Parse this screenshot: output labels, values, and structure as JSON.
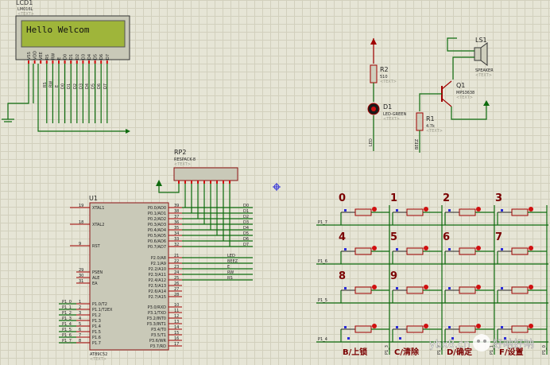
{
  "lcd": {
    "ref": "LCD1",
    "part": "LM016L",
    "text_tag": "<TEXT>",
    "display": "Hello Welcom",
    "pins": [
      "VSS",
      "VDD",
      "VEE",
      "RS",
      "RW",
      "E",
      "D0",
      "D1",
      "D2",
      "D3",
      "D4",
      "D5",
      "D6",
      "D7"
    ],
    "net_labels": [
      "RS",
      "RW",
      "E",
      "D0",
      "D1",
      "D2",
      "D3",
      "D4",
      "D5",
      "D6",
      "D7"
    ]
  },
  "rp2": {
    "ref": "RP2",
    "part": "RESPACK-8",
    "text_tag": "<TEXT>"
  },
  "u1": {
    "ref": "U1",
    "part": "AT89C52",
    "text_tag": "<TEXT>",
    "left_pins": [
      {
        "num": "19",
        "name": "XTAL1"
      },
      {
        "num": "18",
        "name": "XTAL2"
      },
      {
        "num": "9",
        "name": "RST"
      },
      {
        "num": "29",
        "name": "PSEN"
      },
      {
        "num": "30",
        "name": "ALE"
      },
      {
        "num": "31",
        "name": "EA"
      },
      {
        "num": "1",
        "name": "P1.0/T2"
      },
      {
        "num": "2",
        "name": "P1.1/T2EX"
      },
      {
        "num": "3",
        "name": "P1.2"
      },
      {
        "num": "4",
        "name": "P1.3"
      },
      {
        "num": "5",
        "name": "P1.4"
      },
      {
        "num": "6",
        "name": "P1.5"
      },
      {
        "num": "7",
        "name": "P1.6"
      },
      {
        "num": "8",
        "name": "P1.7"
      }
    ],
    "right_pins": [
      {
        "num": "39",
        "name": "P0.0/AD0"
      },
      {
        "num": "38",
        "name": "P0.1/AD1"
      },
      {
        "num": "37",
        "name": "P0.2/AD2"
      },
      {
        "num": "36",
        "name": "P0.3/AD3"
      },
      {
        "num": "35",
        "name": "P0.4/AD4"
      },
      {
        "num": "34",
        "name": "P0.5/AD5"
      },
      {
        "num": "33",
        "name": "P0.6/AD6"
      },
      {
        "num": "32",
        "name": "P0.7/AD7"
      },
      {
        "num": "21",
        "name": "P2.0/A8"
      },
      {
        "num": "22",
        "name": "P2.1/A9"
      },
      {
        "num": "23",
        "name": "P2.2/A10"
      },
      {
        "num": "24",
        "name": "P2.3/A11"
      },
      {
        "num": "25",
        "name": "P2.4/A12"
      },
      {
        "num": "26",
        "name": "P2.5/A13"
      },
      {
        "num": "27",
        "name": "P2.6/A14"
      },
      {
        "num": "28",
        "name": "P2.7/A15"
      },
      {
        "num": "10",
        "name": "P3.0/RXD"
      },
      {
        "num": "11",
        "name": "P3.1/TXD"
      },
      {
        "num": "12",
        "name": "P3.2/INT0"
      },
      {
        "num": "13",
        "name": "P3.3/INT1"
      },
      {
        "num": "14",
        "name": "P3.4/T0"
      },
      {
        "num": "15",
        "name": "P3.5/T1"
      },
      {
        "num": "16",
        "name": "P3.6/WR"
      },
      {
        "num": "17",
        "name": "P3.7/RD"
      }
    ],
    "p0_nets": [
      "D0",
      "D1",
      "D2",
      "D3",
      "D4",
      "D5",
      "D6",
      "D7"
    ],
    "p2_nets": [
      "LED",
      "BEEZ",
      "E",
      "RW",
      "RS"
    ],
    "p1_nets": [
      "P1_0",
      "P1_1",
      "P1_2",
      "P1_3",
      "P1_4",
      "P1_5",
      "P1_6",
      "P1_7"
    ]
  },
  "r2": {
    "ref": "R2",
    "value": "510",
    "text_tag": "<TEXT>"
  },
  "d1": {
    "ref": "D1",
    "part": "LED-GREEN",
    "text_tag": "<TEXT>",
    "net": "LED"
  },
  "r1": {
    "ref": "R1",
    "value": "4.7k",
    "text_tag": "<TEXT>",
    "net": "BEEZ"
  },
  "q1": {
    "ref": "Q1",
    "part": "MPS3638",
    "text_tag": "<TEXT>"
  },
  "ls1": {
    "ref": "LS1",
    "part": "SPEAKER",
    "text_tag": "<TEXT>"
  },
  "keypad": {
    "row_nets": [
      "P1_7",
      "P1_6",
      "P1_5",
      "P1_4"
    ],
    "col_nets": [
      "P1_3",
      "P1_2",
      "P1_1",
      "P1_0"
    ],
    "key_labels": [
      "0",
      "1",
      "2",
      "3",
      "4",
      "5",
      "6",
      "7",
      "8",
      "9"
    ],
    "func_labels": [
      "B/上锁",
      "C/清除",
      "D/确定",
      "F/设置"
    ]
  },
  "watermark": {
    "site": "ybx8.cn",
    "name": "好呐好呐"
  }
}
